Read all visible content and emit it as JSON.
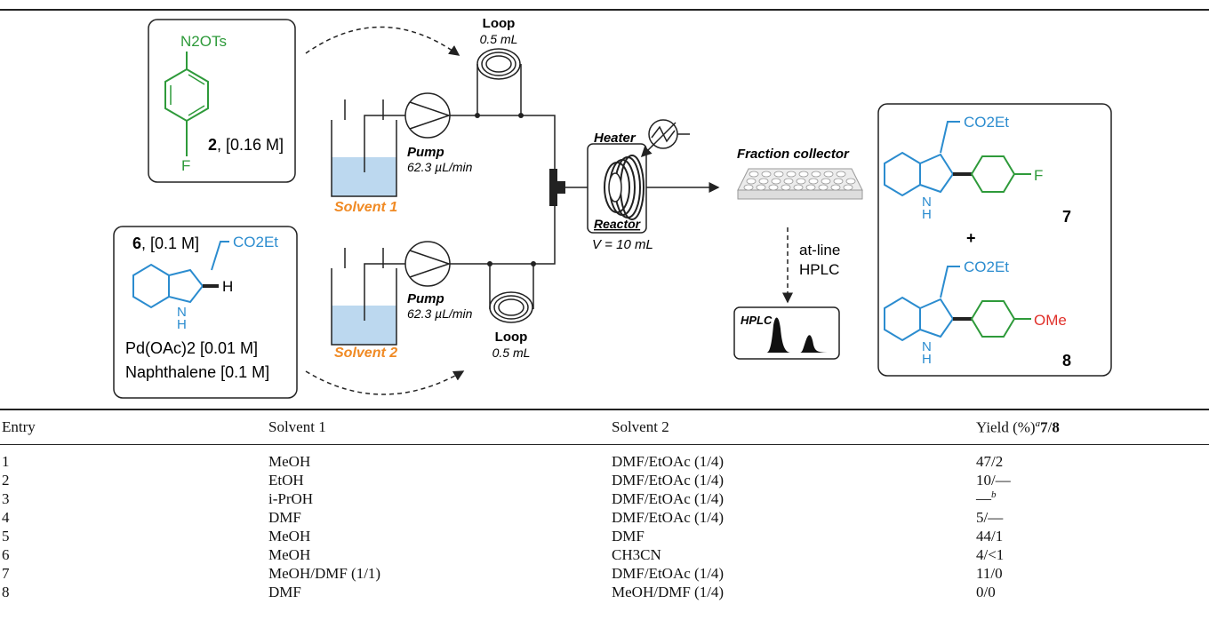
{
  "scheme": {
    "reagent2": {
      "group": "N2OTs",
      "label_num": "2",
      "label_conc": ", [0.16 M]",
      "sub": "F"
    },
    "reagent6": {
      "label_num": "6",
      "label_conc": ", [0.1 M]",
      "ester": "CO2Et",
      "h": "H",
      "nh": "N",
      "nh_h": "H",
      "pd": "Pd(OAc)2  [0.01 M]",
      "naph": "Naphthalene  [0.1 M]"
    },
    "pump1": {
      "name": "Pump",
      "rate": "62.3 µL/min"
    },
    "pump2": {
      "name": "Pump",
      "rate": "62.3 µL/min"
    },
    "loop1": {
      "name": "Loop",
      "vol": "0.5 mL"
    },
    "loop2": {
      "name": "Loop",
      "vol": "0.5 mL"
    },
    "solvent1": "Solvent 1",
    "solvent2": "Solvent 2",
    "heater": "Heater",
    "reactor": "Reactor",
    "reactor_vol": "V = 10 mL",
    "fraction_collector": "Fraction collector",
    "atline": "at-line",
    "hplc_text": "HPLC",
    "hplc_box": "HPLC",
    "product7": {
      "ester": "CO2Et",
      "sub": "F",
      "num": "7"
    },
    "plus": "+",
    "product8": {
      "ester": "CO2Et",
      "sub": "OMe",
      "num": "8"
    },
    "colors": {
      "blue": "#2b8ccf",
      "green": "#2e9a3a",
      "red": "#e0302a",
      "orange": "#f08a24",
      "liquid": "#bcd8ef"
    }
  },
  "table": {
    "headers": {
      "entry": "Entry",
      "s1": "Solvent 1",
      "s2": "Solvent 2",
      "yield_pre": "Yield (%)",
      "yield_sup": "a",
      "yield_a": "7",
      "yield_slash": "/",
      "yield_b": "8"
    },
    "rows": [
      {
        "entry": "1",
        "s1": "MeOH",
        "s2": "DMF/EtOAc (1/4)",
        "yield": "47/2",
        "sup": ""
      },
      {
        "entry": "2",
        "s1": "EtOH",
        "s2": "DMF/EtOAc (1/4)",
        "yield": "10/—",
        "sup": ""
      },
      {
        "entry": "3",
        "s1": "i-PrOH",
        "s2": "DMF/EtOAc (1/4)",
        "yield": "—",
        "sup": "b"
      },
      {
        "entry": "4",
        "s1": "DMF",
        "s2": "DMF/EtOAc (1/4)",
        "yield": "5/—",
        "sup": ""
      },
      {
        "entry": "5",
        "s1": "MeOH",
        "s2": "DMF",
        "yield": "44/1",
        "sup": ""
      },
      {
        "entry": "6",
        "s1": "MeOH",
        "s2": "CH3CN",
        "yield": "4/<1",
        "sup": ""
      },
      {
        "entry": "7",
        "s1": "MeOH/DMF (1/1)",
        "s2": "DMF/EtOAc (1/4)",
        "yield": "11/0",
        "sup": ""
      },
      {
        "entry": "8",
        "s1": "DMF",
        "s2": "MeOH/DMF (1/4)",
        "yield": "0/0",
        "sup": ""
      }
    ]
  }
}
